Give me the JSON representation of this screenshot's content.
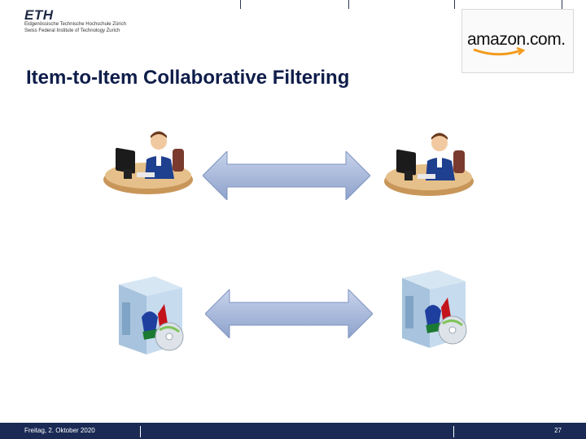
{
  "header": {
    "eth_mark": "ETH",
    "eth_line1": "Eidgenössische Technische Hochschule Zürich",
    "eth_line2": "Swiss Federal Institute of Technology Zurich",
    "partner_logo_text": "amazon.com."
  },
  "slide": {
    "title": "Item-to-Item Collaborative Filtering"
  },
  "footer": {
    "date": "Freitag, 2. Oktober 2020",
    "page": "27"
  },
  "colors": {
    "title": "#0f1d4a",
    "footer_bar": "#1a2a55",
    "arrow_fill": "#9fb0d4"
  },
  "icons": {
    "user": "person-at-computer-icon",
    "item": "software-box-icon",
    "relation": "double-arrow-icon"
  }
}
